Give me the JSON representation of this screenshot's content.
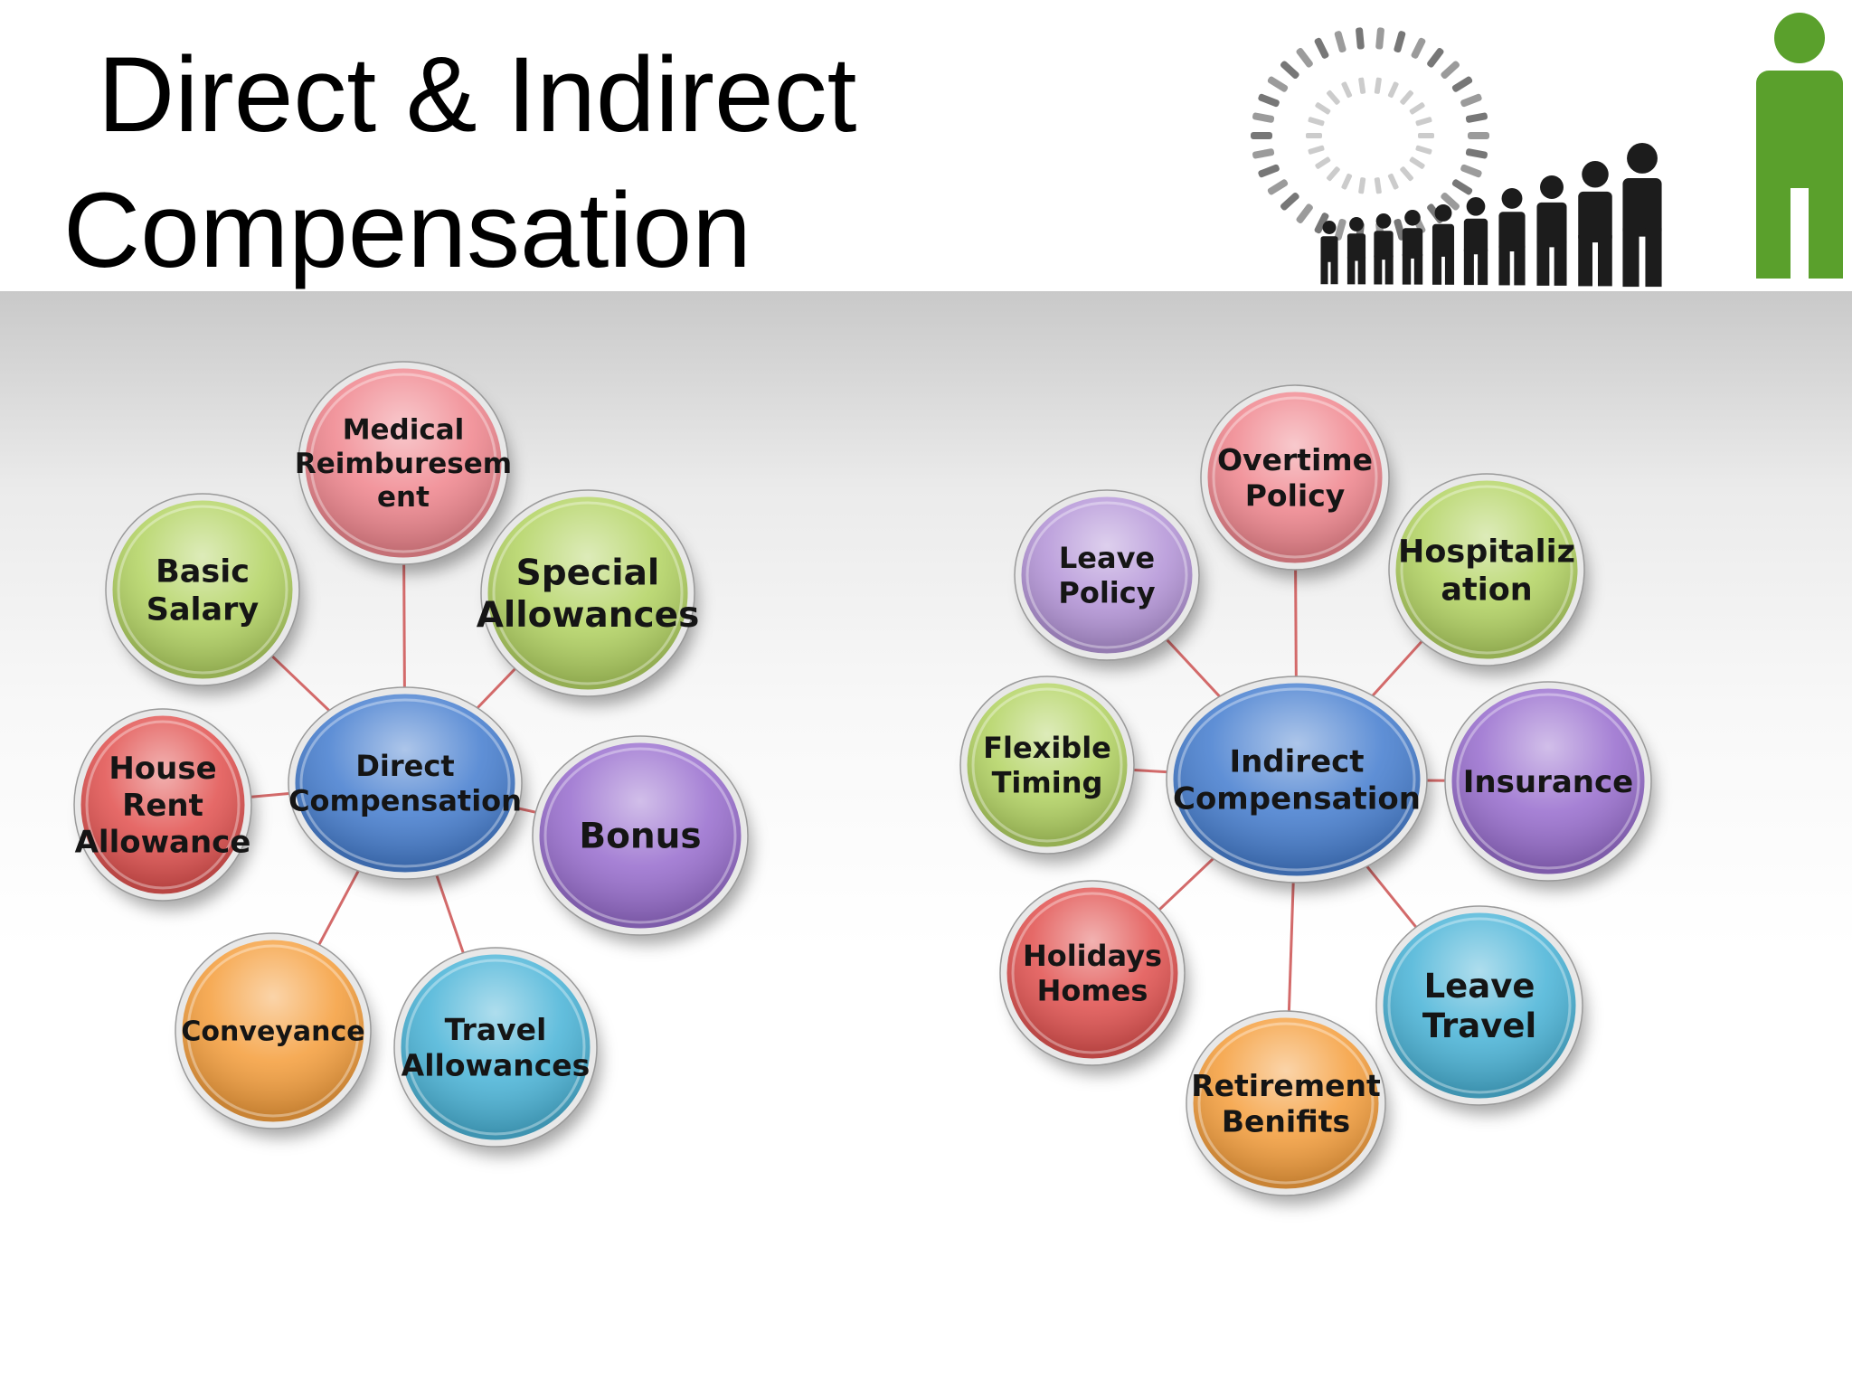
{
  "title": {
    "line1": "Direct & Indirect",
    "line2": "Compensation"
  },
  "colors": {
    "center": "#4a80d0",
    "red": "#e25452",
    "pink": "#f08890",
    "green": "#b4d465",
    "purple": "#9a6fcf",
    "lavender": "#b596d8",
    "cyan": "#4db5d8",
    "orange": "#f5a040",
    "connector": "#d36a6a"
  },
  "direct": {
    "center": {
      "lines": [
        "Direct",
        "Compensation"
      ],
      "color": "#4a80d0"
    },
    "nodes": [
      {
        "lines": [
          "Medical",
          "Reimburesem",
          "ent"
        ],
        "color": "#f08890"
      },
      {
        "lines": [
          "Basic",
          "Salary"
        ],
        "color": "#b4d465"
      },
      {
        "lines": [
          "Special",
          "Allowances"
        ],
        "color": "#b4d465"
      },
      {
        "lines": [
          "House",
          "Rent",
          "Allowance"
        ],
        "color": "#e25452"
      },
      {
        "lines": [
          "Bonus"
        ],
        "color": "#9a6fcf"
      },
      {
        "lines": [
          "Conveyance"
        ],
        "color": "#f5a040"
      },
      {
        "lines": [
          "Travel",
          "Allowances"
        ],
        "color": "#4db5d8"
      }
    ]
  },
  "indirect": {
    "center": {
      "lines": [
        "Indirect",
        "Compensation"
      ],
      "color": "#4a80d0"
    },
    "nodes": [
      {
        "lines": [
          "Overtime",
          "Policy"
        ],
        "color": "#f08890"
      },
      {
        "lines": [
          "Leave",
          "Policy"
        ],
        "color": "#b596d8"
      },
      {
        "lines": [
          "Hospitaliz",
          "ation"
        ],
        "color": "#b4d465"
      },
      {
        "lines": [
          "Flexible",
          "Timing"
        ],
        "color": "#b4d465"
      },
      {
        "lines": [
          "Insurance"
        ],
        "color": "#9a6fcf"
      },
      {
        "lines": [
          "Holidays",
          "Homes"
        ],
        "color": "#e25452"
      },
      {
        "lines": [
          "Leave",
          "Travel"
        ],
        "color": "#4db5d8"
      },
      {
        "lines": [
          "Retirement",
          "Benifits"
        ],
        "color": "#f5a040"
      }
    ]
  }
}
